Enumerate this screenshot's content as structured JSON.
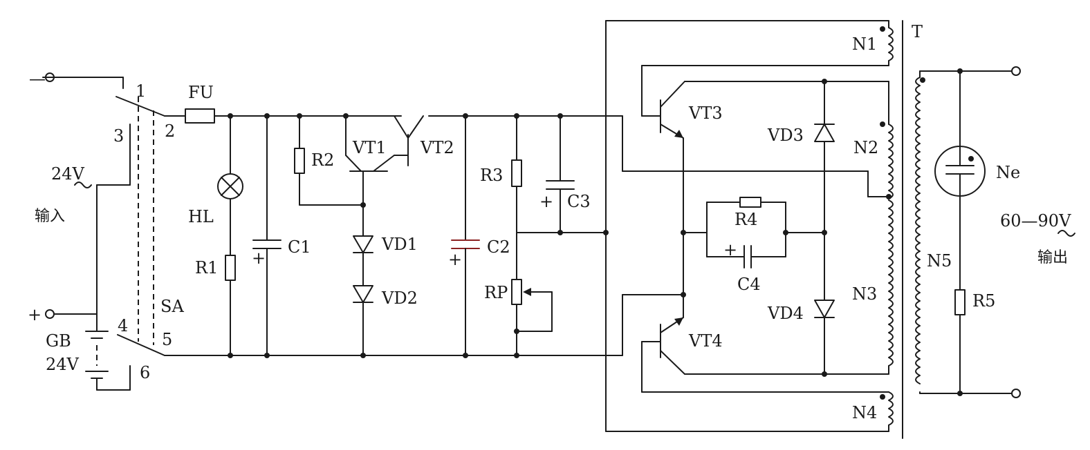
{
  "labels": {
    "input_neg": "—",
    "input_pos": "+",
    "input_voltage": "24V",
    "input_text": "输入",
    "switch_pin1": "1",
    "switch_pin2": "2",
    "switch_pin3": "3",
    "switch_pin4": "4",
    "switch_pin5": "5",
    "switch_pin6": "6",
    "switch": "SA",
    "battery": "GB",
    "battery_voltage": "24V",
    "fuse": "FU",
    "lamp": "HL",
    "r1": "R1",
    "c1": "C1",
    "r2": "R2",
    "vt1": "VT1",
    "vt2": "VT2",
    "vd1": "VD1",
    "vd2": "VD2",
    "c2": "C2",
    "r3": "R3",
    "c3": "C3",
    "rp": "RP",
    "vt3": "VT3",
    "vt4": "VT4",
    "vd3": "VD3",
    "vd4": "VD4",
    "r4": "R4",
    "c4": "C4",
    "transformer": "T",
    "n1": "N1",
    "n2": "N2",
    "n3": "N3",
    "n4": "N4",
    "n5": "N5",
    "neon": "Ne",
    "r5": "R5",
    "output_voltage": "60—90V",
    "output_text": "输出",
    "plus": "+"
  },
  "colors": {
    "ink": "#1a1a1a",
    "c2_accent": "#8b2020"
  }
}
